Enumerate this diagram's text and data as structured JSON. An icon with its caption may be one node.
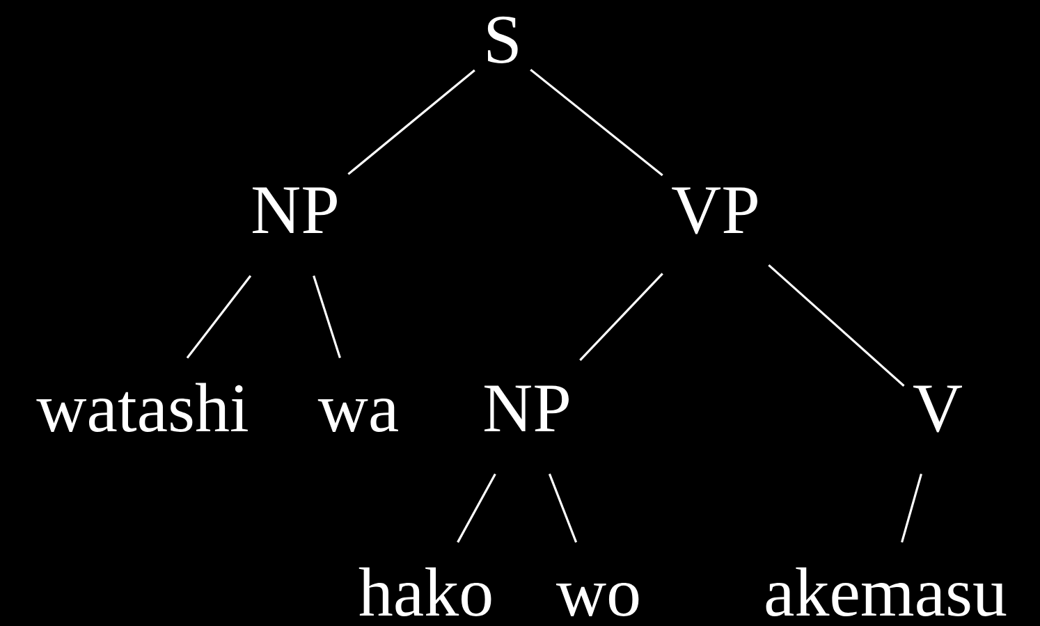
{
  "diagram": {
    "nodes": [
      {
        "text": [
          "S"
        ]
      },
      {
        "text": [
          "NP"
        ]
      },
      {
        "text": [
          "VP"
        ]
      },
      {
        "text": [
          "watashi"
        ]
      },
      {
        "text": [
          "wa"
        ]
      },
      {
        "text": [
          "NP"
        ]
      },
      {
        "text": [
          "V"
        ]
      },
      {
        "text": [
          "hako"
        ]
      },
      {
        "text": [
          "wo"
        ]
      },
      {
        "text": [
          "akemasu"
        ]
      }
    ],
    "edges": [
      {
        "from": 0,
        "to": 1,
        "arrow": "none"
      },
      {
        "from": 0,
        "to": 2,
        "arrow": "none"
      },
      {
        "from": 1,
        "to": 3,
        "arrow": "none"
      },
      {
        "from": 1,
        "to": 4,
        "arrow": "none"
      },
      {
        "from": 2,
        "to": 5,
        "arrow": "none"
      },
      {
        "from": 2,
        "to": 6,
        "arrow": "none"
      },
      {
        "from": 5,
        "to": 7,
        "arrow": "none"
      },
      {
        "from": 5,
        "to": 8,
        "arrow": "none"
      },
      {
        "from": 6,
        "to": 9,
        "arrow": "none"
      }
    ]
  }
}
